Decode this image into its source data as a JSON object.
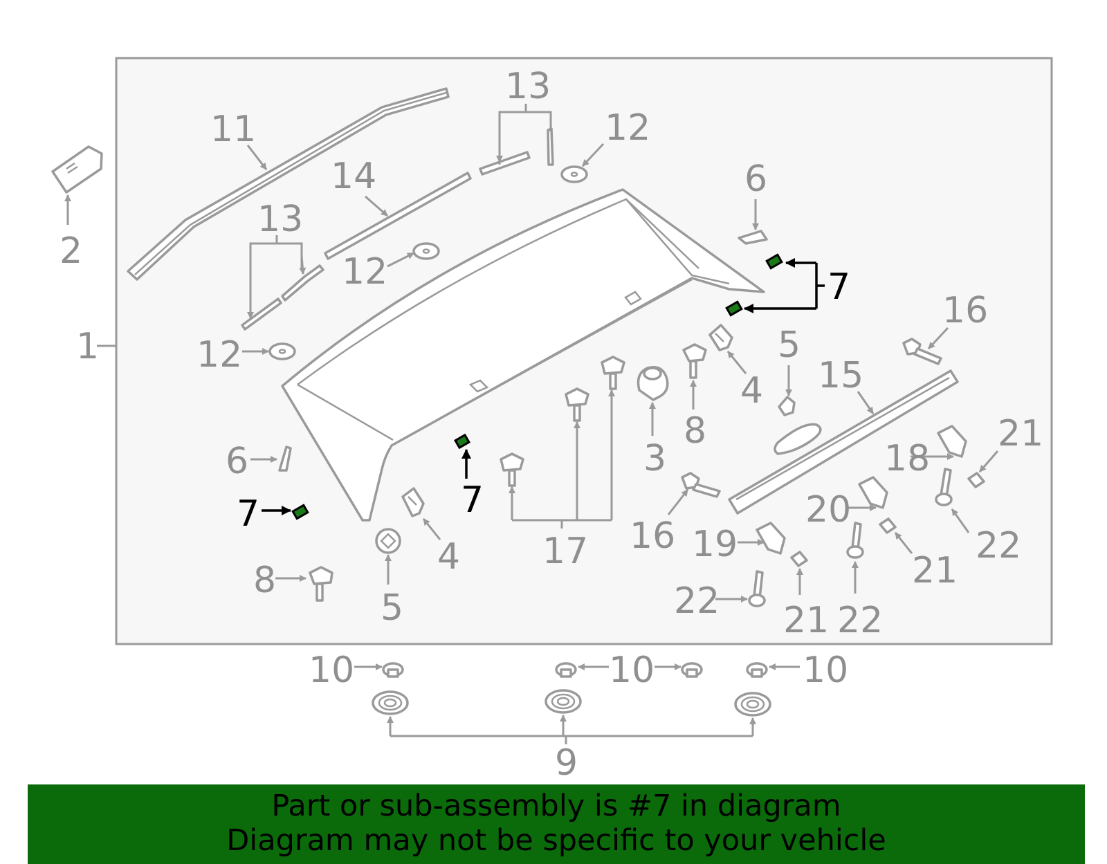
{
  "diagram": {
    "labels": {
      "n1": "1",
      "n2": "2",
      "n3": "3",
      "n4a": "4",
      "n4b": "4",
      "n5a": "5",
      "n5b": "5",
      "n6a": "6",
      "n6b": "6",
      "n7a": "7",
      "n7b": "7",
      "n7c": "7",
      "n8a": "8",
      "n8b": "8",
      "n9": "9",
      "n10a": "10",
      "n10b": "10",
      "n10c": "10",
      "n11": "11",
      "n12a": "12",
      "n12b": "12",
      "n12c": "12",
      "n13a": "13",
      "n13b": "13",
      "n14": "14",
      "n15": "15",
      "n16a": "16",
      "n16b": "16",
      "n17": "17",
      "n18": "18",
      "n19": "19",
      "n20": "20",
      "n21a": "21",
      "n21b": "21",
      "n21c": "21",
      "n22a": "22",
      "n22b": "22",
      "n22c": "22"
    },
    "highlighted_part": "7",
    "colors": {
      "highlight": "#1a7a1a",
      "banner": "#0b6b0b",
      "line": "#9a9a9a",
      "panel": "#f7f7f7"
    }
  },
  "banner": {
    "line1": "Part or sub-assembly is #7 in diagram",
    "line2": "Diagram may not be specific to your vehicle"
  }
}
